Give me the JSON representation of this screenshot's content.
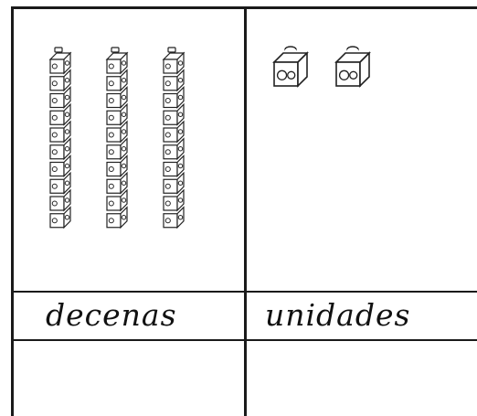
{
  "worksheet": {
    "labels": {
      "tens": "decenas",
      "units": "unidades"
    },
    "tens_count": 3,
    "units_count": 2,
    "cubes_per_rod": 10,
    "colors": {
      "line": "#1a1a1a",
      "cube_stroke": "#222222",
      "cube_fill": "#ffffff"
    }
  }
}
